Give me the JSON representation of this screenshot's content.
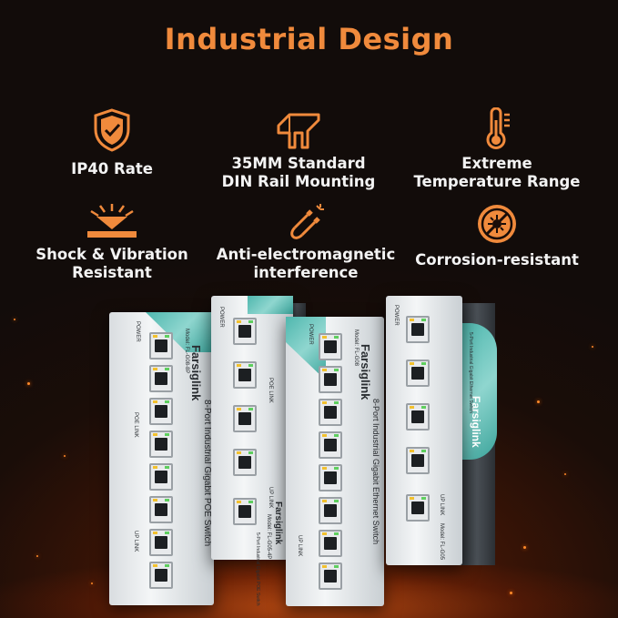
{
  "title": "Industrial Design",
  "features": [
    {
      "icon": "shield-check-icon",
      "lines": [
        "IP40 Rate"
      ]
    },
    {
      "icon": "din-rail-icon",
      "lines": [
        "35MM Standard",
        "DIN Rail Mounting"
      ]
    },
    {
      "icon": "thermometer-icon",
      "lines": [
        "Extreme",
        "Temperature Range"
      ]
    },
    {
      "icon": "shock-impact-icon",
      "lines": [
        "Shock & Vibration",
        "Resistant"
      ]
    },
    {
      "icon": "magnet-icon",
      "lines": [
        "Anti-electromagnetic",
        "interference"
      ]
    },
    {
      "icon": "no-corrosion-icon",
      "lines": [
        "Corrosion-resistant"
      ]
    }
  ],
  "colors": {
    "accent": "#f08a3c",
    "teal": "#4fb7ae"
  },
  "products": [
    {
      "brand": "Farsiglink",
      "model": "Model: FL-G08-8P",
      "description": "8-Port Industrial Gigabit POE Switch",
      "labels": [
        "POWER",
        "POE LINK",
        "UP LINK"
      ]
    },
    {
      "brand": "Farsiglink",
      "model": "Model: FL-G05-4P",
      "description": "5-Port Industrial Gigabit POE Switch",
      "labels": [
        "POWER",
        "POE LINK",
        "UP LINK"
      ]
    },
    {
      "brand": "Farsiglink",
      "model": "Model: FL-G08",
      "description": "8-Port Industrial Gigabit Ethernet Switch",
      "labels": [
        "POWER",
        "UP LINK"
      ]
    },
    {
      "brand": "Farsiglink",
      "model": "Model: FL-G05",
      "description": "5-Port Industrial Gigabit Ethernet Switch",
      "labels": [
        "POWER",
        "UP LINK"
      ]
    }
  ]
}
